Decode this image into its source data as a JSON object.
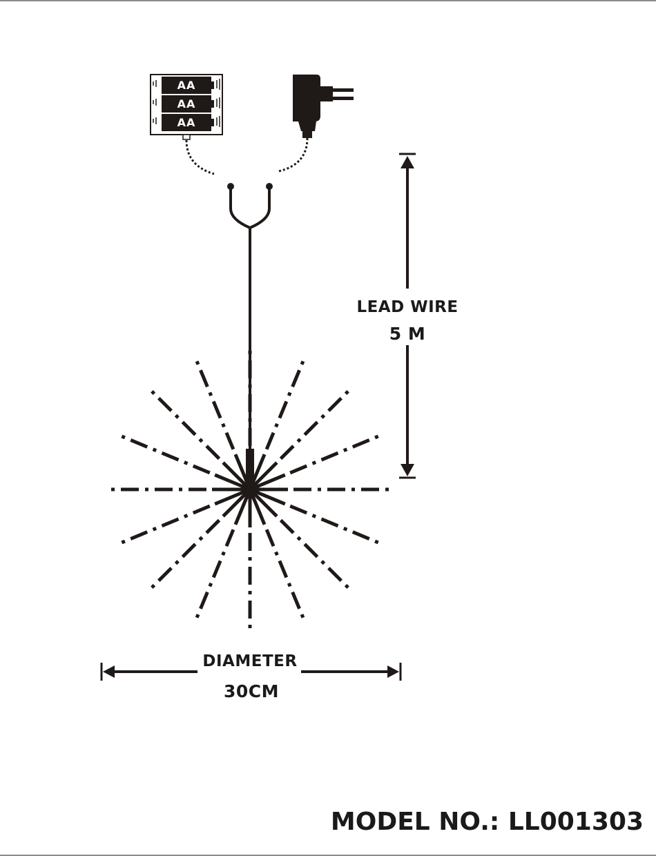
{
  "battery_box": {
    "cells": [
      "AA",
      "AA",
      "AA"
    ]
  },
  "lead_wire": {
    "label": "LEAD WIRE",
    "length": "5 M"
  },
  "diameter": {
    "label": "DIAMETER",
    "value": "30CM"
  },
  "model": {
    "text": "MODEL NO.: LL001303"
  },
  "colors": {
    "ink": "#1f1a17",
    "background": "#ffffff",
    "frame": "#8a8a8a"
  },
  "starburst": {
    "rays": 16
  }
}
